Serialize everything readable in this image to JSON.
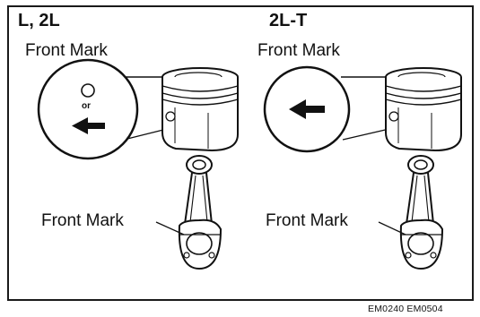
{
  "left_panel": {
    "heading": "L, 2L",
    "piston_label": "Front Mark",
    "callout_or": "or",
    "rod_label": "Front Mark"
  },
  "right_panel": {
    "heading": "2L-T",
    "piston_label": "Front Mark",
    "rod_label": "Front Mark"
  },
  "figure_code": "EM0240 EM0504"
}
